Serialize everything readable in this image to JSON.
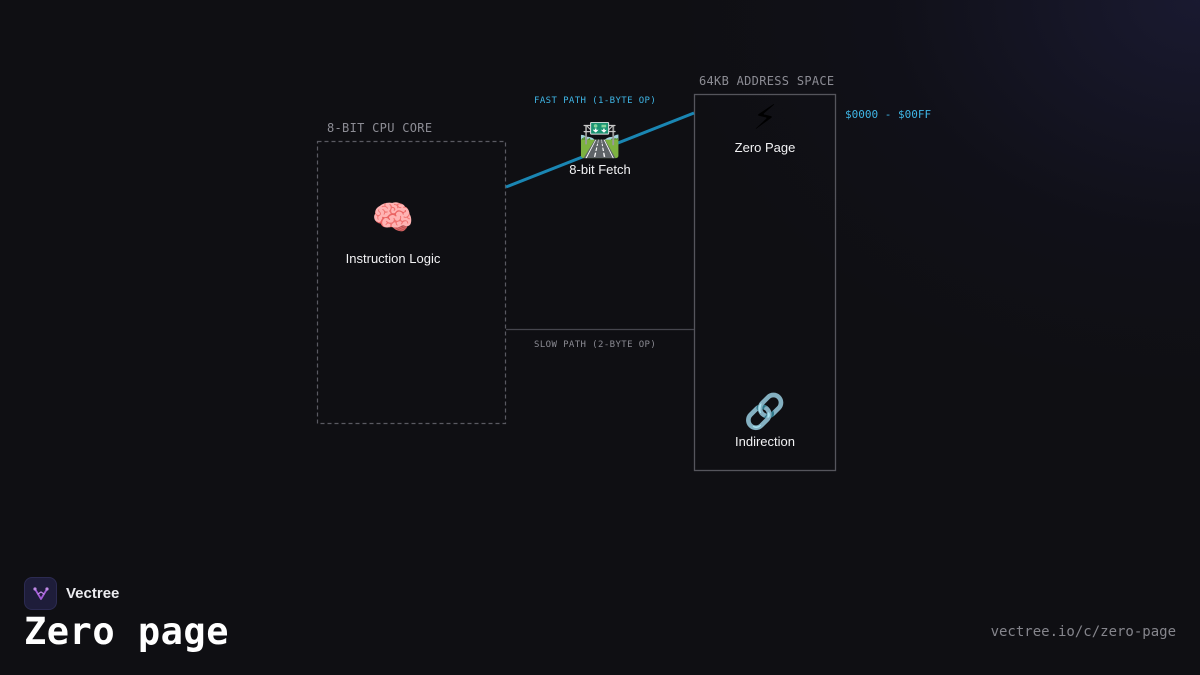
{
  "brand": {
    "name": "Vectree",
    "logo_icon": "tree-branch-icon",
    "accent": "#a35bd8"
  },
  "page": {
    "title": "Zero page",
    "url": "vectree.io/c/zero-page"
  },
  "diagram": {
    "cpu_group": {
      "label": "8-BIT CPU CORE"
    },
    "memory_group": {
      "label": "64KB ADDRESS SPACE",
      "range": "$0000 - $00FF"
    },
    "nodes": {
      "instruction_logic": {
        "icon": "brain-icon",
        "glyph": "🧠",
        "label": "Instruction Logic"
      },
      "fetch": {
        "icon": "highway-icon",
        "glyph": "🛣️",
        "label": "8-bit Fetch"
      },
      "zero_page": {
        "icon": "lightning-icon",
        "glyph": "⚡",
        "label": "Zero Page"
      },
      "indirection": {
        "icon": "link-icon",
        "glyph": "🔗",
        "label": "Indirection"
      }
    },
    "paths": {
      "fast": {
        "label": "FAST PATH (1-BYTE OP)",
        "color": "#1f9cd0"
      },
      "slow": {
        "label": "SLOW PATH (2-BYTE OP)",
        "color": "#4a4a52"
      }
    }
  }
}
